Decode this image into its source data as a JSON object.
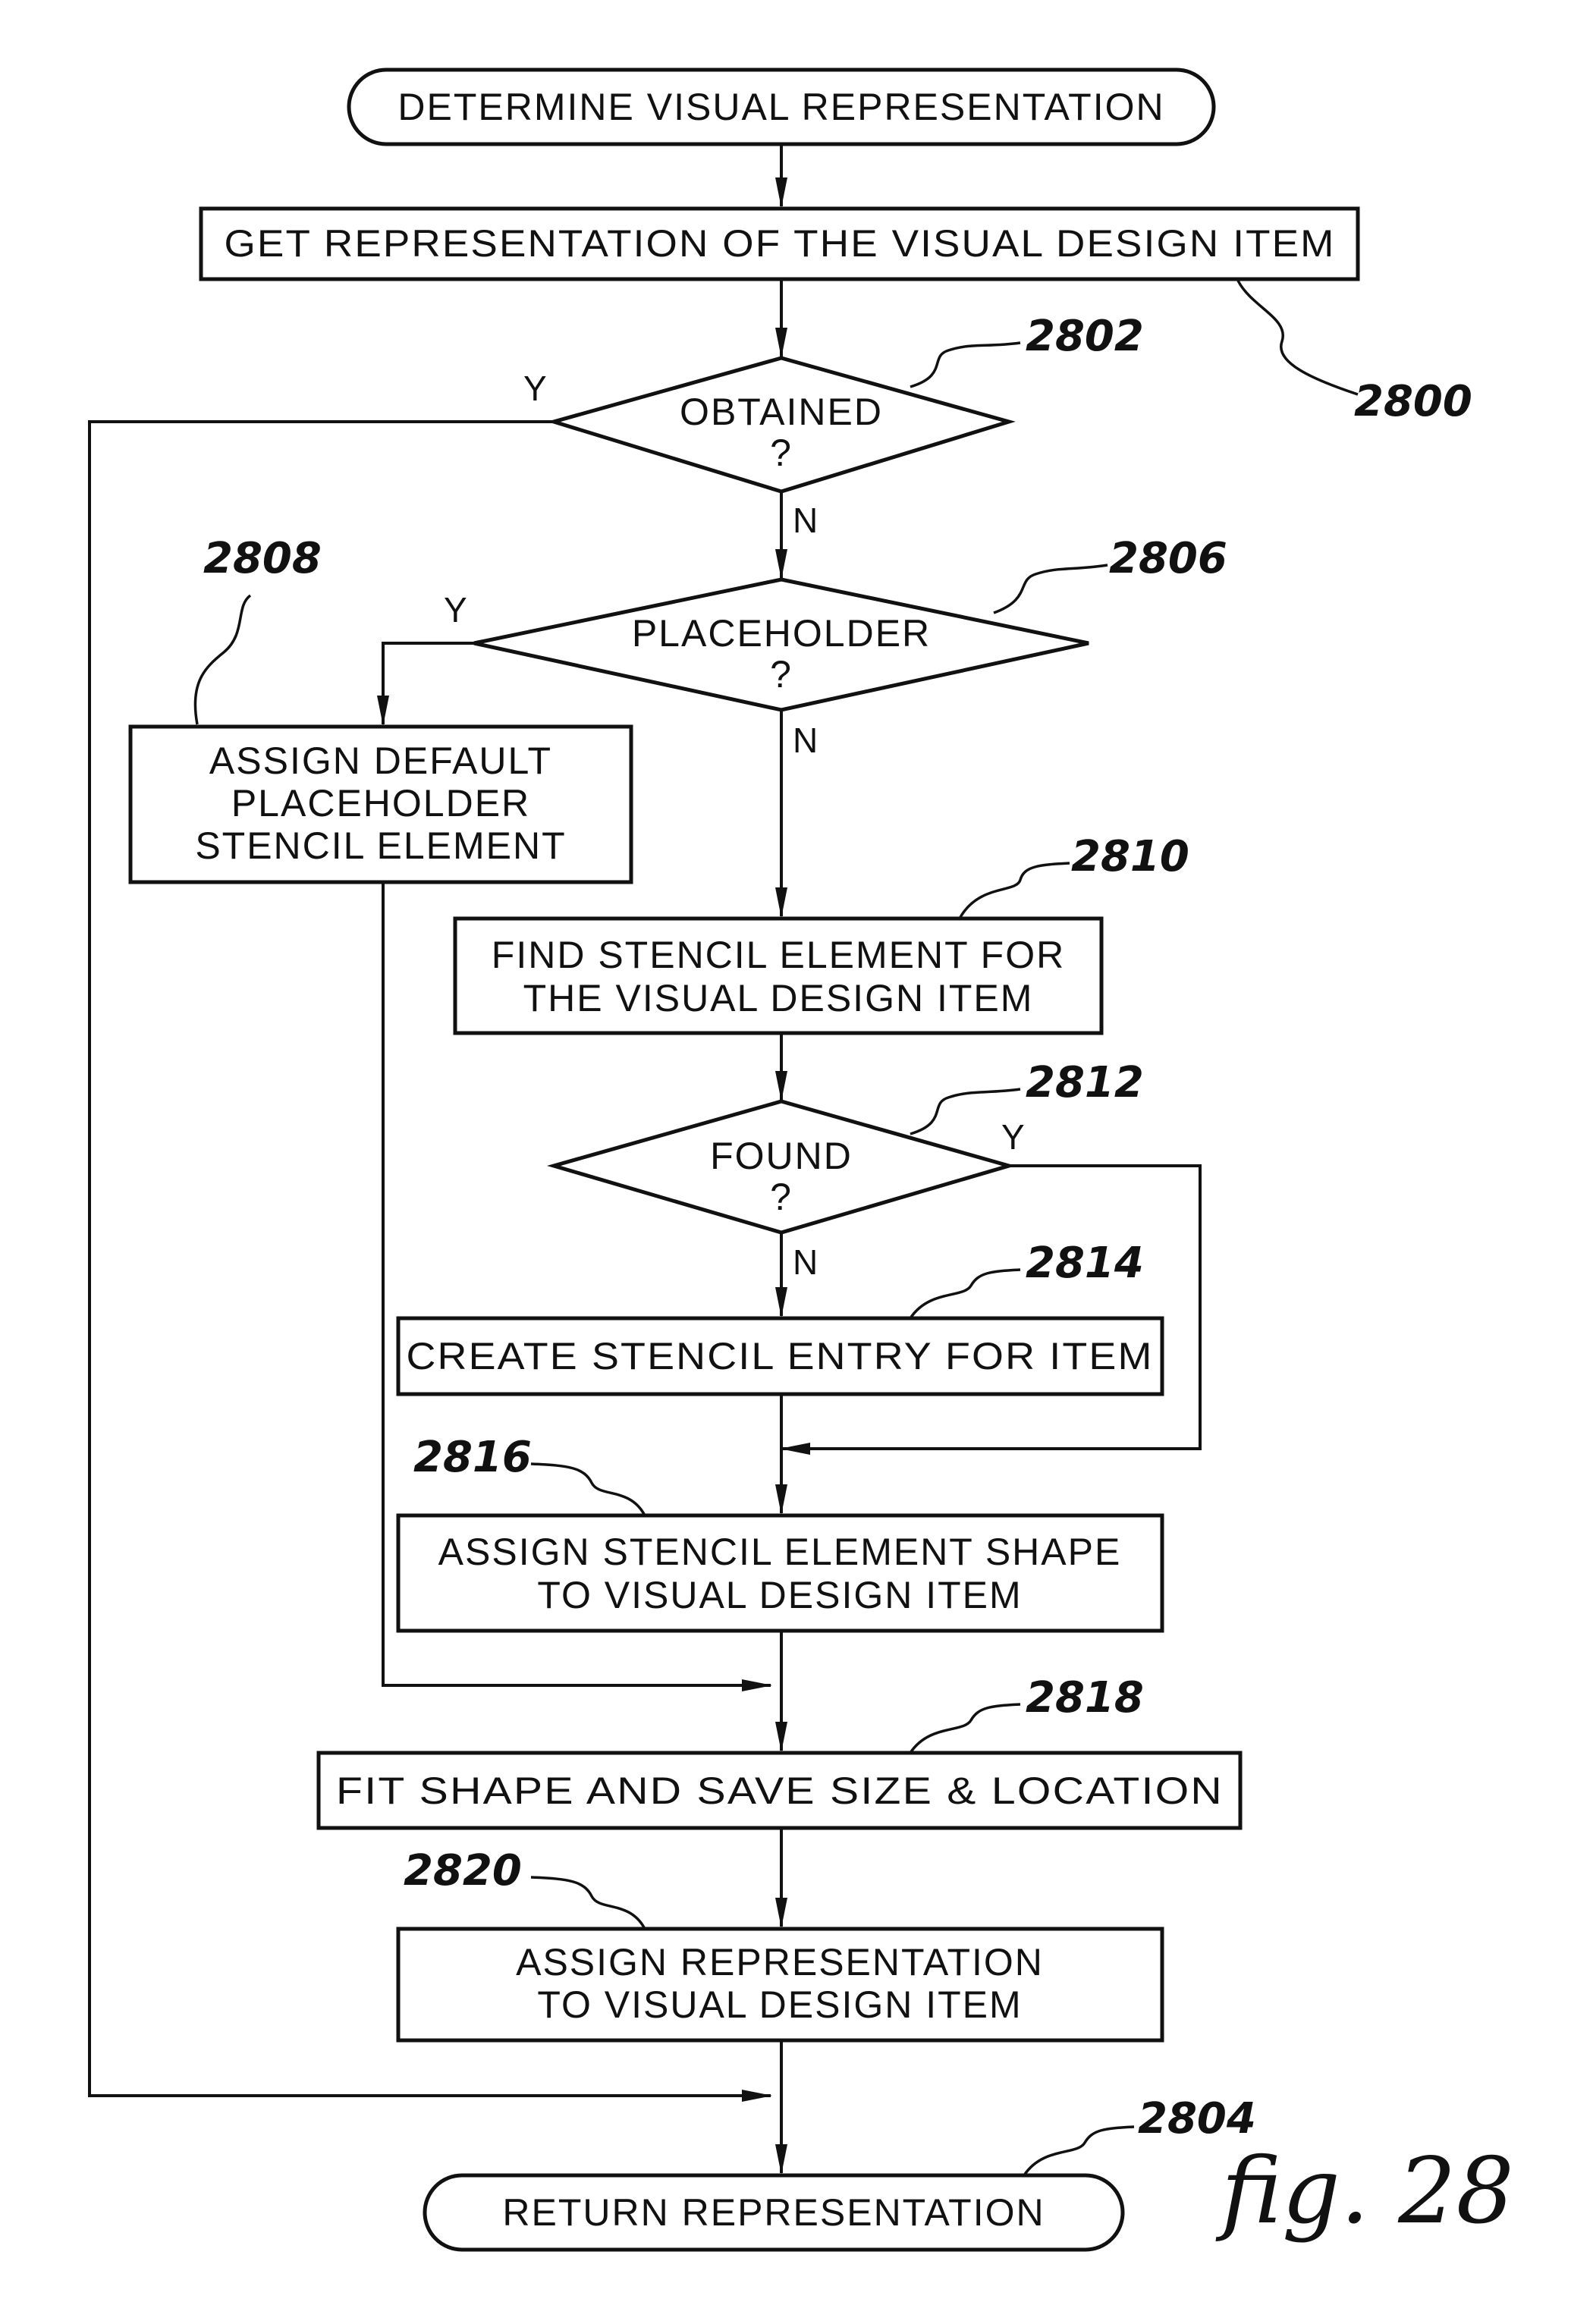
{
  "figure": {
    "label": "fig. 28",
    "diagram_ref": "2800"
  },
  "nodes": {
    "start": {
      "lines": [
        "DETERMINE VISUAL REPRESENTATION"
      ]
    },
    "get_rep": {
      "lines": [
        "GET REPRESENTATION OF THE VISUAL DESIGN ITEM"
      ]
    },
    "obtained": {
      "lines": [
        "OBTAINED",
        "?"
      ],
      "ref": "2802"
    },
    "placeholder": {
      "lines": [
        "PLACEHOLDER",
        "?"
      ],
      "ref": "2806"
    },
    "assign_default": {
      "lines": [
        "ASSIGN DEFAULT",
        "PLACEHOLDER",
        "STENCIL ELEMENT"
      ],
      "ref": "2808"
    },
    "find_stencil": {
      "lines": [
        "FIND STENCIL ELEMENT FOR",
        "THE VISUAL DESIGN ITEM"
      ],
      "ref": "2810"
    },
    "found": {
      "lines": [
        "FOUND",
        "?"
      ],
      "ref": "2812"
    },
    "create_entry": {
      "lines": [
        "CREATE STENCIL ENTRY FOR ITEM"
      ],
      "ref": "2814"
    },
    "assign_shape": {
      "lines": [
        "ASSIGN STENCIL ELEMENT SHAPE",
        "TO VISUAL DESIGN ITEM"
      ],
      "ref": "2816"
    },
    "fit_shape": {
      "lines": [
        "FIT SHAPE AND SAVE SIZE & LOCATION"
      ],
      "ref": "2818"
    },
    "assign_rep": {
      "lines": [
        "ASSIGN REPRESENTATION",
        "TO VISUAL DESIGN ITEM"
      ],
      "ref": "2820"
    },
    "return_rep": {
      "lines": [
        "RETURN REPRESENTATION"
      ],
      "ref": "2804"
    }
  },
  "branch_labels": {
    "obtained_yes": "Y",
    "obtained_no": "N",
    "placeholder_yes": "Y",
    "placeholder_no": "N",
    "found_yes": "Y",
    "found_no": "N"
  }
}
